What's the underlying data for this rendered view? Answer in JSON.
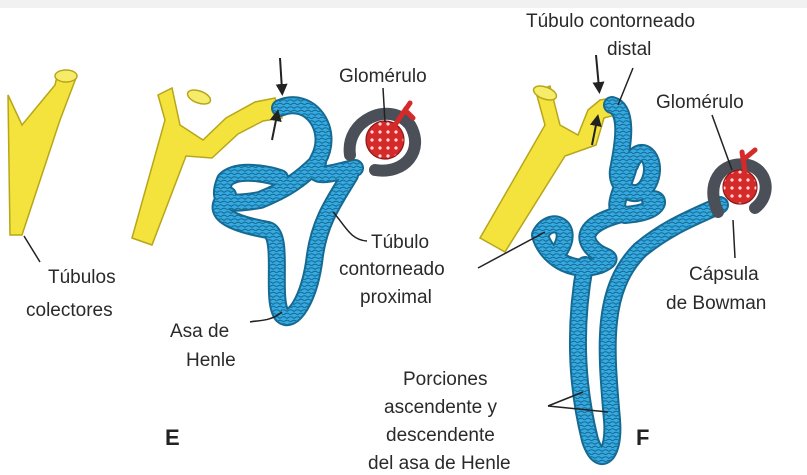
{
  "colors": {
    "collecting_duct": "#f3e33c",
    "collecting_duct_stroke": "#b8a61a",
    "tubule": "#35a9e0",
    "tubule_stroke": "#156a93",
    "glomerulus": "#d42a2a",
    "capsule": "#4a4f58",
    "text": "#2a2a2a"
  },
  "labels": {
    "tubulos": "Túbulos",
    "colectores": "colectores",
    "asa_de": "Asa de",
    "henle": "Henle",
    "glomerulo_e": "Glomérulo",
    "tubulo": "Túbulo",
    "contorneado": "contorneado",
    "proximal": "proximal",
    "tubulo_contorneado": "Túbulo contorneado",
    "distal": "distal",
    "glomerulo_f": "Glomérulo",
    "capsula": "Cápsula",
    "de_bowman": "de Bowman",
    "porciones": "Porciones",
    "ascendente_y": "ascendente y",
    "descendente": "descendente",
    "del_asa_de_henle": "del asa de Henle",
    "panel_e": "E",
    "panel_f": "F"
  }
}
